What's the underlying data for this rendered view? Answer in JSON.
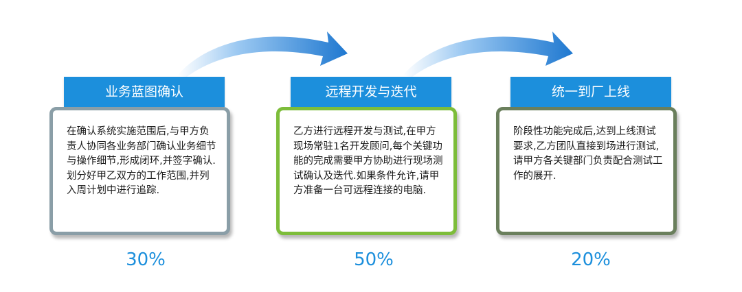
{
  "colors": {
    "header_bg": "#1c8fdc",
    "header_text": "#ffffff",
    "percent_text": "#1c8fdc",
    "arrow": "#2a7fd6",
    "stage1_border": "#8a9ea7",
    "stage2_border": "#7dbd3a",
    "stage3_border": "#6a7f5c"
  },
  "arrows": [
    {
      "icon": "curved-arrow-right-icon"
    },
    {
      "icon": "curved-arrow-right-icon"
    }
  ],
  "stages": [
    {
      "title": "业务蓝图确认",
      "lines": [
        "在确认系统实施范围后,与甲方负责人协同各业务部门确认业务细节与操作细节,形成闭环,并签字确认.",
        "划分好甲乙双方的工作范围,并列入周计划中进行追踪."
      ],
      "percent": "30%"
    },
    {
      "title": "远程开发与迭代",
      "lines": [
        "乙方进行远程开发与测试,在甲方现场常驻1名开发顾问,每个关键功能的完成需要甲方协助进行现场测试确认及迭代.如果条件允许,请甲方准备一台可远程连接的电脑."
      ],
      "percent": "50%"
    },
    {
      "title": "统一到厂上线",
      "lines": [
        "阶段性功能完成后,达到上线测试要求,乙方团队直接到场进行测试,请甲方各关键部门负责配合测试工作的展开."
      ],
      "percent": "20%"
    }
  ]
}
